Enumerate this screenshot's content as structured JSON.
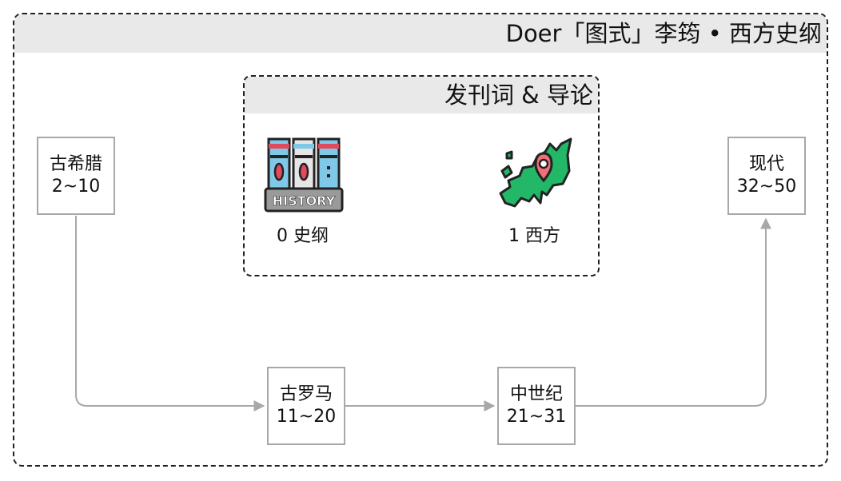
{
  "frame": {
    "title": "Doer「图式」李筠 • 西方史纲"
  },
  "intro": {
    "title": "发刊词 & 导论",
    "icons": [
      {
        "icon": "history-books-icon",
        "badge": "HISTORY",
        "caption": "0 史纲"
      },
      {
        "icon": "europe-map-pin-icon",
        "caption": "1 西方"
      }
    ]
  },
  "nodes": [
    {
      "name": "古希腊",
      "range": "2~10"
    },
    {
      "name": "古罗马",
      "range": "11~20"
    },
    {
      "name": "中世纪",
      "range": "21~31"
    },
    {
      "name": "现代",
      "range": "32~50"
    }
  ],
  "colors": {
    "connector": "#a8a8a8",
    "header": "#e9e9e9",
    "book_blue": "#7fc8e8",
    "book_red": "#e14a5a",
    "map_green": "#22b868",
    "pin_red": "#f07078"
  }
}
